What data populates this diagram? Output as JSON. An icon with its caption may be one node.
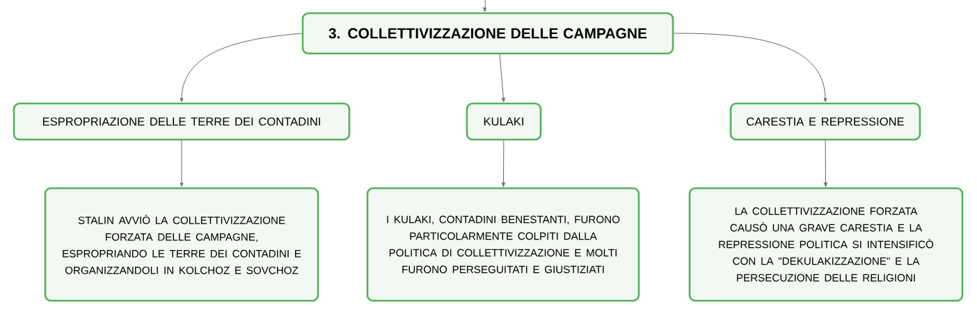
{
  "diagram": {
    "nodes": [
      {
        "text": [
          "3. COLLETTIVIZZAZIONE DELLE CAMPAGNE"
        ]
      },
      {
        "text": [
          "ESPROPRIAZIONE DELLE TERRE DEI CONTADINI"
        ]
      },
      {
        "text": [
          "KULAKI"
        ]
      },
      {
        "text": [
          "CARESTIA E REPRESSIONE"
        ]
      },
      {
        "text": [
          "STALIN AVVIÒ LA COLLETTIVIZZAZIONE FORZATA DELLE CAMPAGNE, ESPROPRIANDO LE TERRE DEI CONTADINI E ORGANIZZANDOLI IN KOLCHOZ E SOVCHOZ"
        ]
      },
      {
        "text": [
          "I KULAKI, CONTADINI BENESTANTI, FURONO PARTICOLARMENTE COLPITI DALLA POLITICA DI COLLETTIVIZZAZIONE E MOLTI FURONO PERSEGUITATI E GIUSTIZIATI"
        ]
      },
      {
        "text": [
          "LA COLLETTIVIZZAZIONE FORZATA CAUSÒ UNA GRAVE CARESTIA E LA REPRESSIONE POLITICA SI INTENSIFICÒ CON LA \"DEKULAKIZZAZIONE\" E LA PERSECUZIONE DELLE RELIGIONI"
        ]
      }
    ],
    "edges": [
      {
        "from": null,
        "to": 0,
        "arrow": "to"
      },
      {
        "from": 0,
        "to": 1,
        "arrow": "to"
      },
      {
        "from": 0,
        "to": 2,
        "arrow": "to"
      },
      {
        "from": 0,
        "to": 3,
        "arrow": "to"
      },
      {
        "from": 1,
        "to": 4,
        "arrow": "to"
      },
      {
        "from": 2,
        "to": 5,
        "arrow": "to"
      },
      {
        "from": 3,
        "to": 6,
        "arrow": "to"
      }
    ]
  }
}
